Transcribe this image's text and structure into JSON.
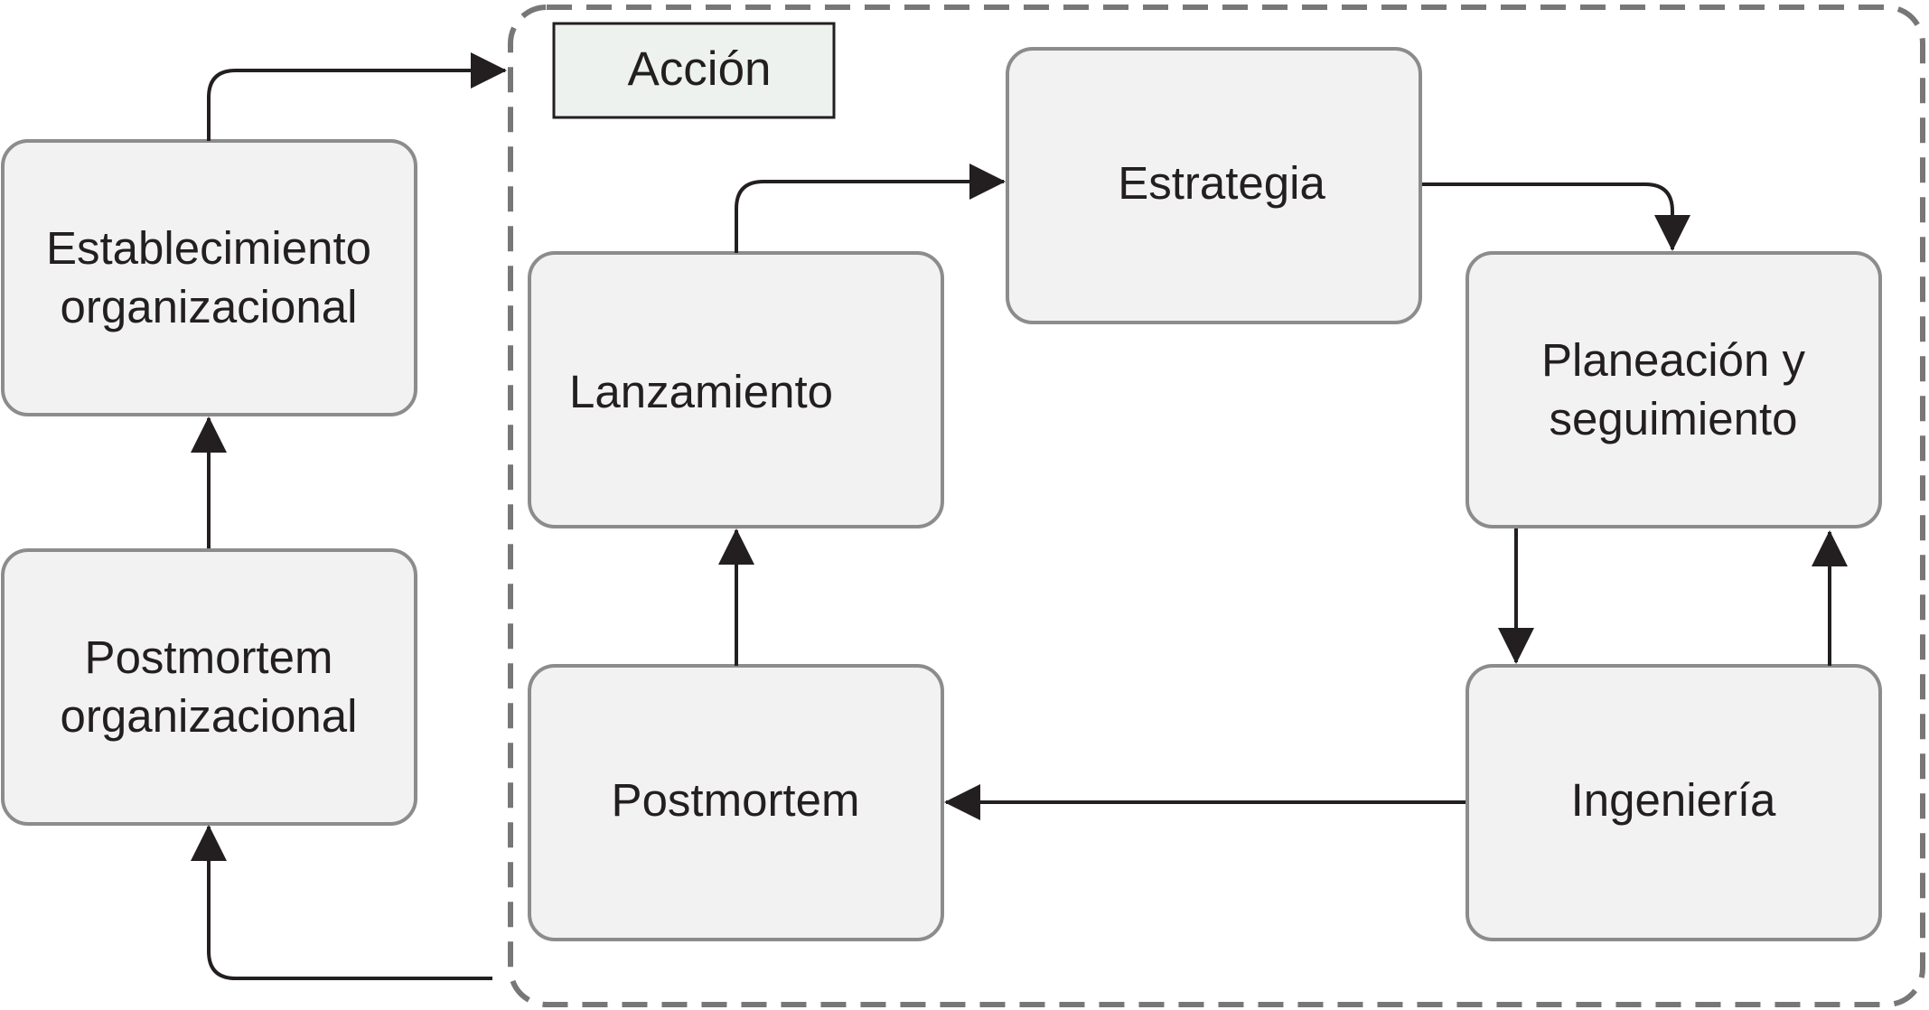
{
  "group": {
    "label": "Acción"
  },
  "nodes": {
    "establecimiento": {
      "line1": "Establecimiento",
      "line2": "organizacional"
    },
    "postmortem_org": {
      "line1": "Postmortem",
      "line2": "organizacional"
    },
    "lanzamiento": {
      "label": "Lanzamiento"
    },
    "estrategia": {
      "label": "Estrategia"
    },
    "planeacion": {
      "line1": "Planeación y",
      "line2": "seguimiento"
    },
    "ingenieria": {
      "label": "Ingeniería"
    },
    "postmortem": {
      "label": "Postmortem"
    }
  },
  "colors": {
    "node_fill": "#f2f2f2",
    "node_stroke": "#8c8c8c",
    "label_fill": "#edf2ef",
    "label_stroke": "#231f20",
    "dashed_border": "#777777",
    "arrow": "#231f20"
  }
}
